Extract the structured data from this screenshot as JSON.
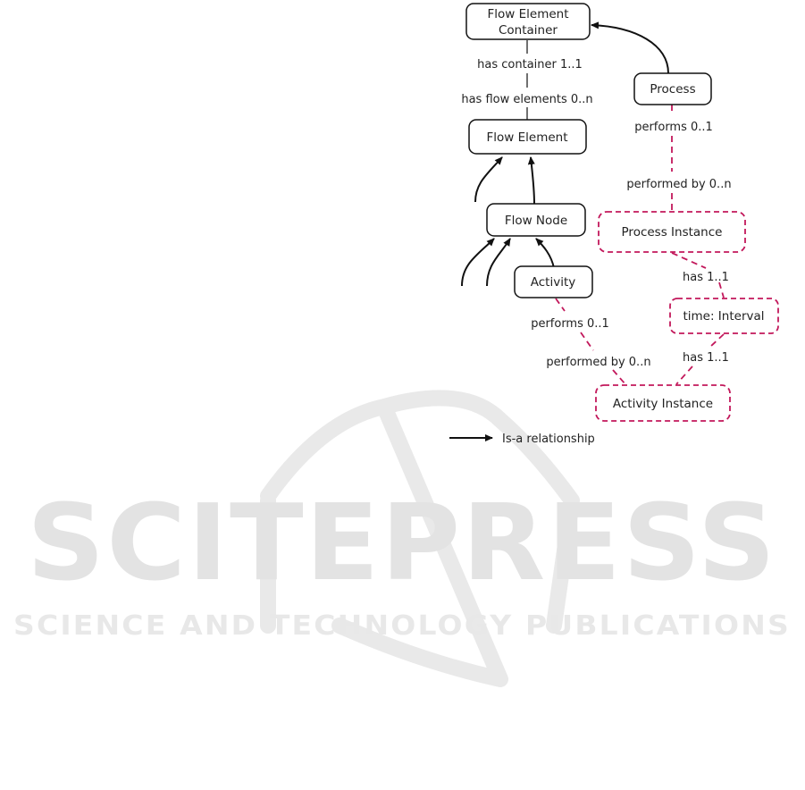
{
  "watermark": {
    "brand": "SCITEPRESS",
    "tagline": "SCIENCE AND TECHNOLOGY PUBLICATIONS"
  },
  "nodes": {
    "flow_element_container": {
      "line1": "Flow Element",
      "line2": "Container"
    },
    "process": "Process",
    "flow_element": "Flow Element",
    "flow_node": "Flow Node",
    "activity": "Activity",
    "process_instance": "Process Instance",
    "time_interval": "time: Interval",
    "activity_instance": "Activity Instance"
  },
  "edge_labels": {
    "has_container": "has container 1..1",
    "has_flow_elements": "has flow elements 0..n",
    "process_performs": "performs 0..1",
    "process_performed_by": "performed by 0..n",
    "pi_has": "has 1..1",
    "time_has": "has 1..1",
    "activity_performs": "performs 0..1",
    "activity_performed_by": "performed by 0..n"
  },
  "legend": {
    "label": "Is-a relationship"
  },
  "colors": {
    "solid_line": "#111111",
    "instance_dashed": "#c2185b",
    "watermark": "#e3e3e3"
  }
}
